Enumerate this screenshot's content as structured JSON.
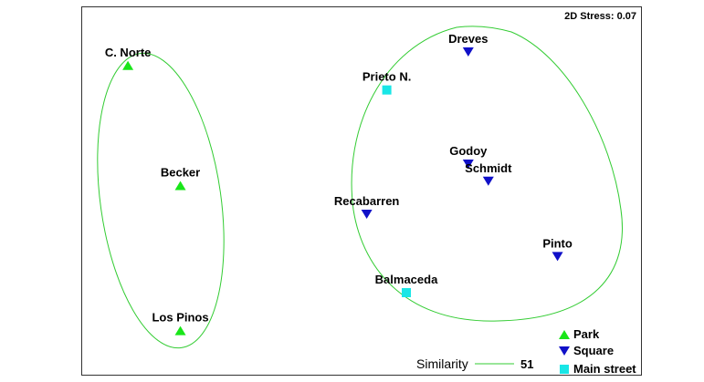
{
  "chart_data": {
    "type": "scatter",
    "title": "",
    "xlabel": "",
    "ylabel": "",
    "stress": "2D Stress: 0.07",
    "xlim": [
      0,
      100
    ],
    "ylim": [
      0,
      60
    ],
    "colors": {
      "Park": "#19e619",
      "Square": "#1010c8",
      "Main street": "#19e6e6",
      "ellipse": "#33cc33"
    },
    "series": [
      {
        "name": "Park",
        "marker": "triangle-up",
        "points": [
          {
            "label": "C. Norte",
            "x": 8.2,
            "y": 50.5
          },
          {
            "label": "Becker",
            "x": 17.6,
            "y": 30.9
          },
          {
            "label": "Los Pinos",
            "x": 17.6,
            "y": 7.2
          }
        ]
      },
      {
        "name": "Square",
        "marker": "triangle-down",
        "points": [
          {
            "label": "Dreves",
            "x": 69.2,
            "y": 52.7
          },
          {
            "label": "Godoy",
            "x": 69.2,
            "y": 34.4
          },
          {
            "label": "Schmidt",
            "x": 72.8,
            "y": 31.6
          },
          {
            "label": "Recabarren",
            "x": 51.0,
            "y": 26.2
          },
          {
            "label": "Pinto",
            "x": 85.2,
            "y": 19.3
          }
        ]
      },
      {
        "name": "Main street",
        "marker": "square",
        "points": [
          {
            "label": "Prieto N.",
            "x": 54.6,
            "y": 46.5
          },
          {
            "label": "Balmaceda",
            "x": 58.1,
            "y": 13.4
          }
        ]
      }
    ],
    "similarity": {
      "label": "Similarity",
      "value": "51"
    },
    "legend": {
      "placement": "bottom-right",
      "entries": [
        "Park",
        "Square",
        "Main street"
      ]
    }
  }
}
